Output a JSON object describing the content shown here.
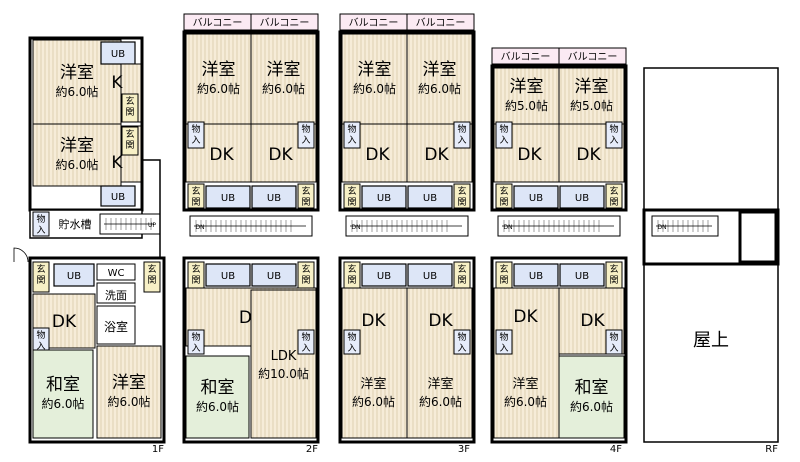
{
  "floors": [
    {
      "label": "1F",
      "rooms": [
        {
          "name": "洋室",
          "size": "約6.0帖"
        },
        {
          "name": "洋室",
          "size": "約6.0帖"
        },
        {
          "name": "貯水槽"
        },
        {
          "name": "和室",
          "size": "約6.0帖"
        },
        {
          "name": "洋室",
          "size": "約6.0帖"
        },
        {
          "name": "DK"
        },
        {
          "name": "K"
        },
        {
          "name": "K"
        },
        {
          "name": "洗面"
        },
        {
          "name": "浴室"
        },
        {
          "name": "WC"
        }
      ]
    },
    {
      "label": "2F",
      "rooms": [
        {
          "name": "洋室",
          "size": "約6.0帖"
        },
        {
          "name": "洋室",
          "size": "約6.0帖"
        },
        {
          "name": "DK"
        },
        {
          "name": "DK"
        },
        {
          "name": "DK"
        },
        {
          "name": "和室",
          "size": "約6.0帖"
        },
        {
          "name": "LDK",
          "size": "約10.0帖"
        }
      ]
    },
    {
      "label": "3F",
      "rooms": [
        {
          "name": "洋室",
          "size": "約6.0帖"
        },
        {
          "name": "洋室",
          "size": "約6.0帖"
        },
        {
          "name": "DK"
        },
        {
          "name": "DK"
        },
        {
          "name": "DK"
        },
        {
          "name": "DK"
        },
        {
          "name": "洋室",
          "size": "約6.0帖"
        },
        {
          "name": "洋室",
          "size": "約6.0帖"
        }
      ]
    },
    {
      "label": "4F",
      "rooms": [
        {
          "name": "洋室",
          "size": "約5.0帖"
        },
        {
          "name": "洋室",
          "size": "約5.0帖"
        },
        {
          "name": "DK"
        },
        {
          "name": "DK"
        },
        {
          "name": "DK"
        },
        {
          "name": "DK"
        },
        {
          "name": "洋室",
          "size": "約6.0帖"
        },
        {
          "name": "和室",
          "size": "約6.0帖"
        }
      ]
    },
    {
      "label": "RF",
      "rooms": [
        {
          "name": "屋上"
        }
      ]
    }
  ],
  "labels": {
    "balcony": "バルコニー",
    "ub": "UB",
    "entrance": "玄関",
    "storage": "物入",
    "up": "UP",
    "dn": "DN"
  },
  "colors": {
    "room_stripe": "#f6ecd8",
    "tatami": "#e4efda",
    "ub_fill": "#dde6f7",
    "balcony_fill": "#fbeaf3",
    "storage_fill": "#e6ecfa",
    "entrance_fill": "#f7f0c6"
  }
}
